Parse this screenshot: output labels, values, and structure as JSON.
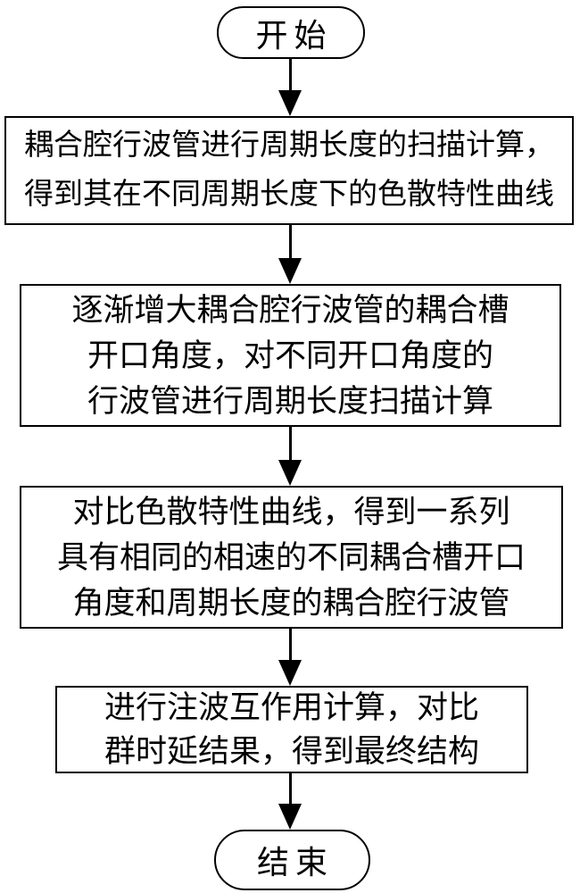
{
  "diagram": {
    "type": "flowchart",
    "colors": {
      "stroke": "#000000",
      "background": "#ffffff"
    },
    "start_label": "开始",
    "end_label": "结束",
    "steps": [
      {
        "lines": [
          "耦合腔行波管进行周期长度的扫描计算，",
          "得到其在不同周期长度下的色散特性曲线"
        ]
      },
      {
        "lines": [
          "逐渐增大耦合腔行波管的耦合槽",
          "开口角度，对不同开口角度的",
          "行波管进行周期长度扫描计算"
        ]
      },
      {
        "lines": [
          "对比色散特性曲线，得到一系列",
          "具有相同的相速的不同耦合槽开口",
          "角度和周期长度的耦合腔行波管"
        ]
      },
      {
        "lines": [
          "进行注波互作用计算，对比",
          "群时延结果，得到最终结构"
        ]
      }
    ]
  }
}
